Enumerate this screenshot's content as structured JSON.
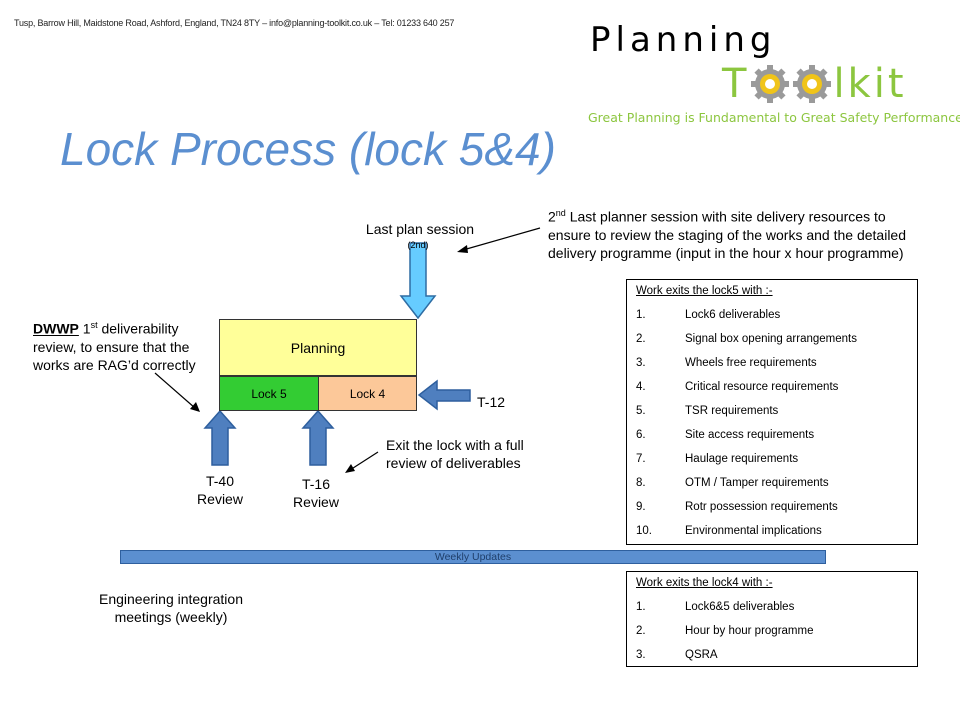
{
  "header": {
    "address": "Tusp, Barrow Hill, Maidstone Road, Ashford, England, TN24 8TY – info@planning-toolkit.co.uk – Tel: 01233 640 257"
  },
  "logo": {
    "line1": "Planning",
    "toolkit_t": "T",
    "toolkit_rest": "lkit",
    "tagline": "Great Planning is Fundamental to Great Safety Performance"
  },
  "title": "Lock Process (lock 5&4)",
  "colors": {
    "title": "#5b8fd0",
    "logo_green": "#8cc63f",
    "planning_box": "#ffff99",
    "lock5": "#33cc33",
    "lock4": "#fcc899",
    "arrow_blue": "#4f7fbf",
    "arrow_cyan": "#66ccff",
    "bar_blue": "#5b8fd0"
  },
  "diagram": {
    "last_plan_session": "Last plan session",
    "last_plan_session_sub": "(2nd)",
    "second_session_sup": "nd",
    "second_session_pre": "2",
    "second_session_text": " Last planner session with site delivery resources to ensure to review the staging of the works and the detailed delivery programme (input in the hour x hour programme)",
    "dwwp_bold": "DWWP",
    "dwwp_sup_pre": " 1",
    "dwwp_sup": "st",
    "dwwp_text": " deliverability review, to ensure that the works are RAG’d correctly",
    "planning": "Planning",
    "lock5": "Lock 5",
    "lock4": "Lock 4",
    "t12": "T-12",
    "t40": "T-40",
    "t40_sub": "Review",
    "t16": "T-16",
    "t16_sub": "Review",
    "exit_text": "Exit the lock with a full review of deliverables",
    "weekly": "Weekly Updates",
    "engineering": "Engineering integration meetings (weekly)"
  },
  "lock5_exits": {
    "heading": "Work exits the lock5 with :-",
    "items": [
      {
        "num": "1.",
        "text": "Lock6 deliverables"
      },
      {
        "num": "2.",
        "text": "Signal box opening arrangements"
      },
      {
        "num": "3.",
        "text": "Wheels free requirements"
      },
      {
        "num": "4.",
        "text": "Critical resource requirements"
      },
      {
        "num": "5.",
        "text": "TSR requirements"
      },
      {
        "num": "6.",
        "text": "Site access requirements"
      },
      {
        "num": "7.",
        "text": "Haulage requirements"
      },
      {
        "num": "8.",
        "text": "OTM / Tamper requirements"
      },
      {
        "num": "9.",
        "text": "Rotr possession requirements"
      },
      {
        "num": "10.",
        "text": "Environmental implications"
      }
    ]
  },
  "lock4_exits": {
    "heading": "Work exits the lock4 with :-",
    "items": [
      {
        "num": "1.",
        "text": "Lock6&5 deliverables"
      },
      {
        "num": "2.",
        "text": "Hour by hour programme"
      },
      {
        "num": "3.",
        "text": "QSRA"
      }
    ]
  }
}
